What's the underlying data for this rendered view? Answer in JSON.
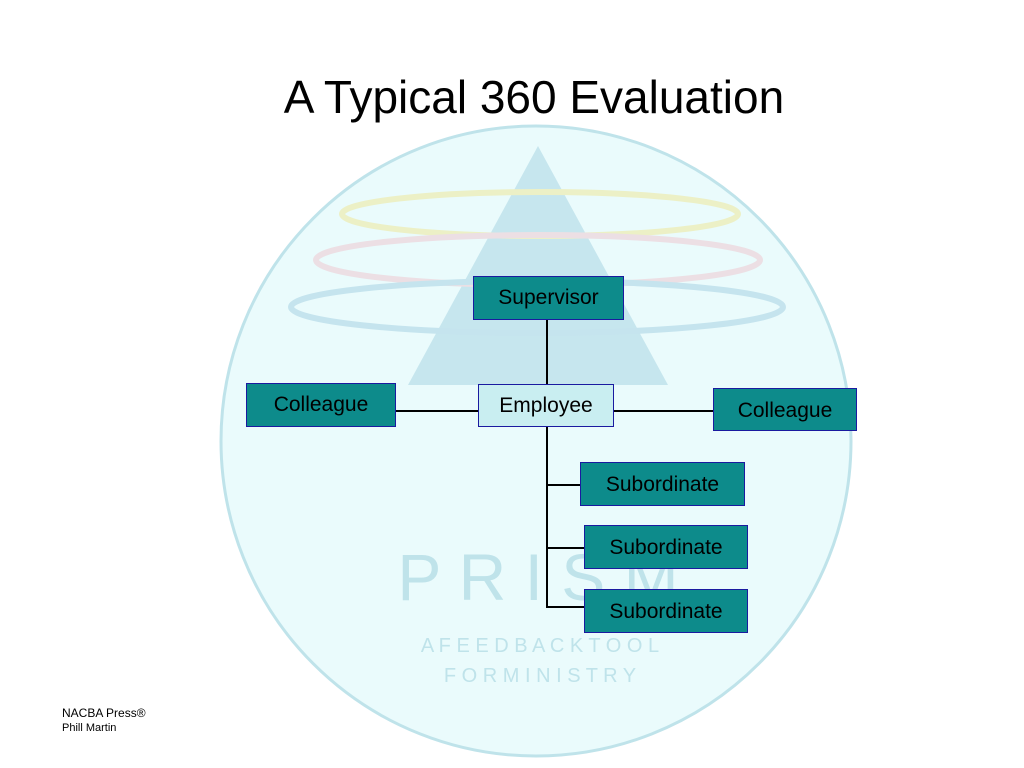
{
  "slide": {
    "title": "A Typical 360 Evaluation"
  },
  "logo": {
    "word": "P R I S M",
    "tagline_1": "A  F E E D B A C K   T O O L",
    "tagline_2": "F O R   M I N I S T R Y"
  },
  "diagram": {
    "center": "Employee",
    "top": "Supervisor",
    "left": "Colleague",
    "right": "Colleague",
    "subordinates": [
      "Subordinate",
      "Subordinate",
      "Subordinate"
    ]
  },
  "footer": {
    "line1": "NACBA Press®",
    "line2": "Phill Martin"
  },
  "colors": {
    "node_fill": "#0d8b8b",
    "center_fill": "#c9eef1",
    "node_border": "#1a1aa0",
    "circle_fill": "#eafbfc",
    "circle_stroke": "#bfe3ea"
  }
}
